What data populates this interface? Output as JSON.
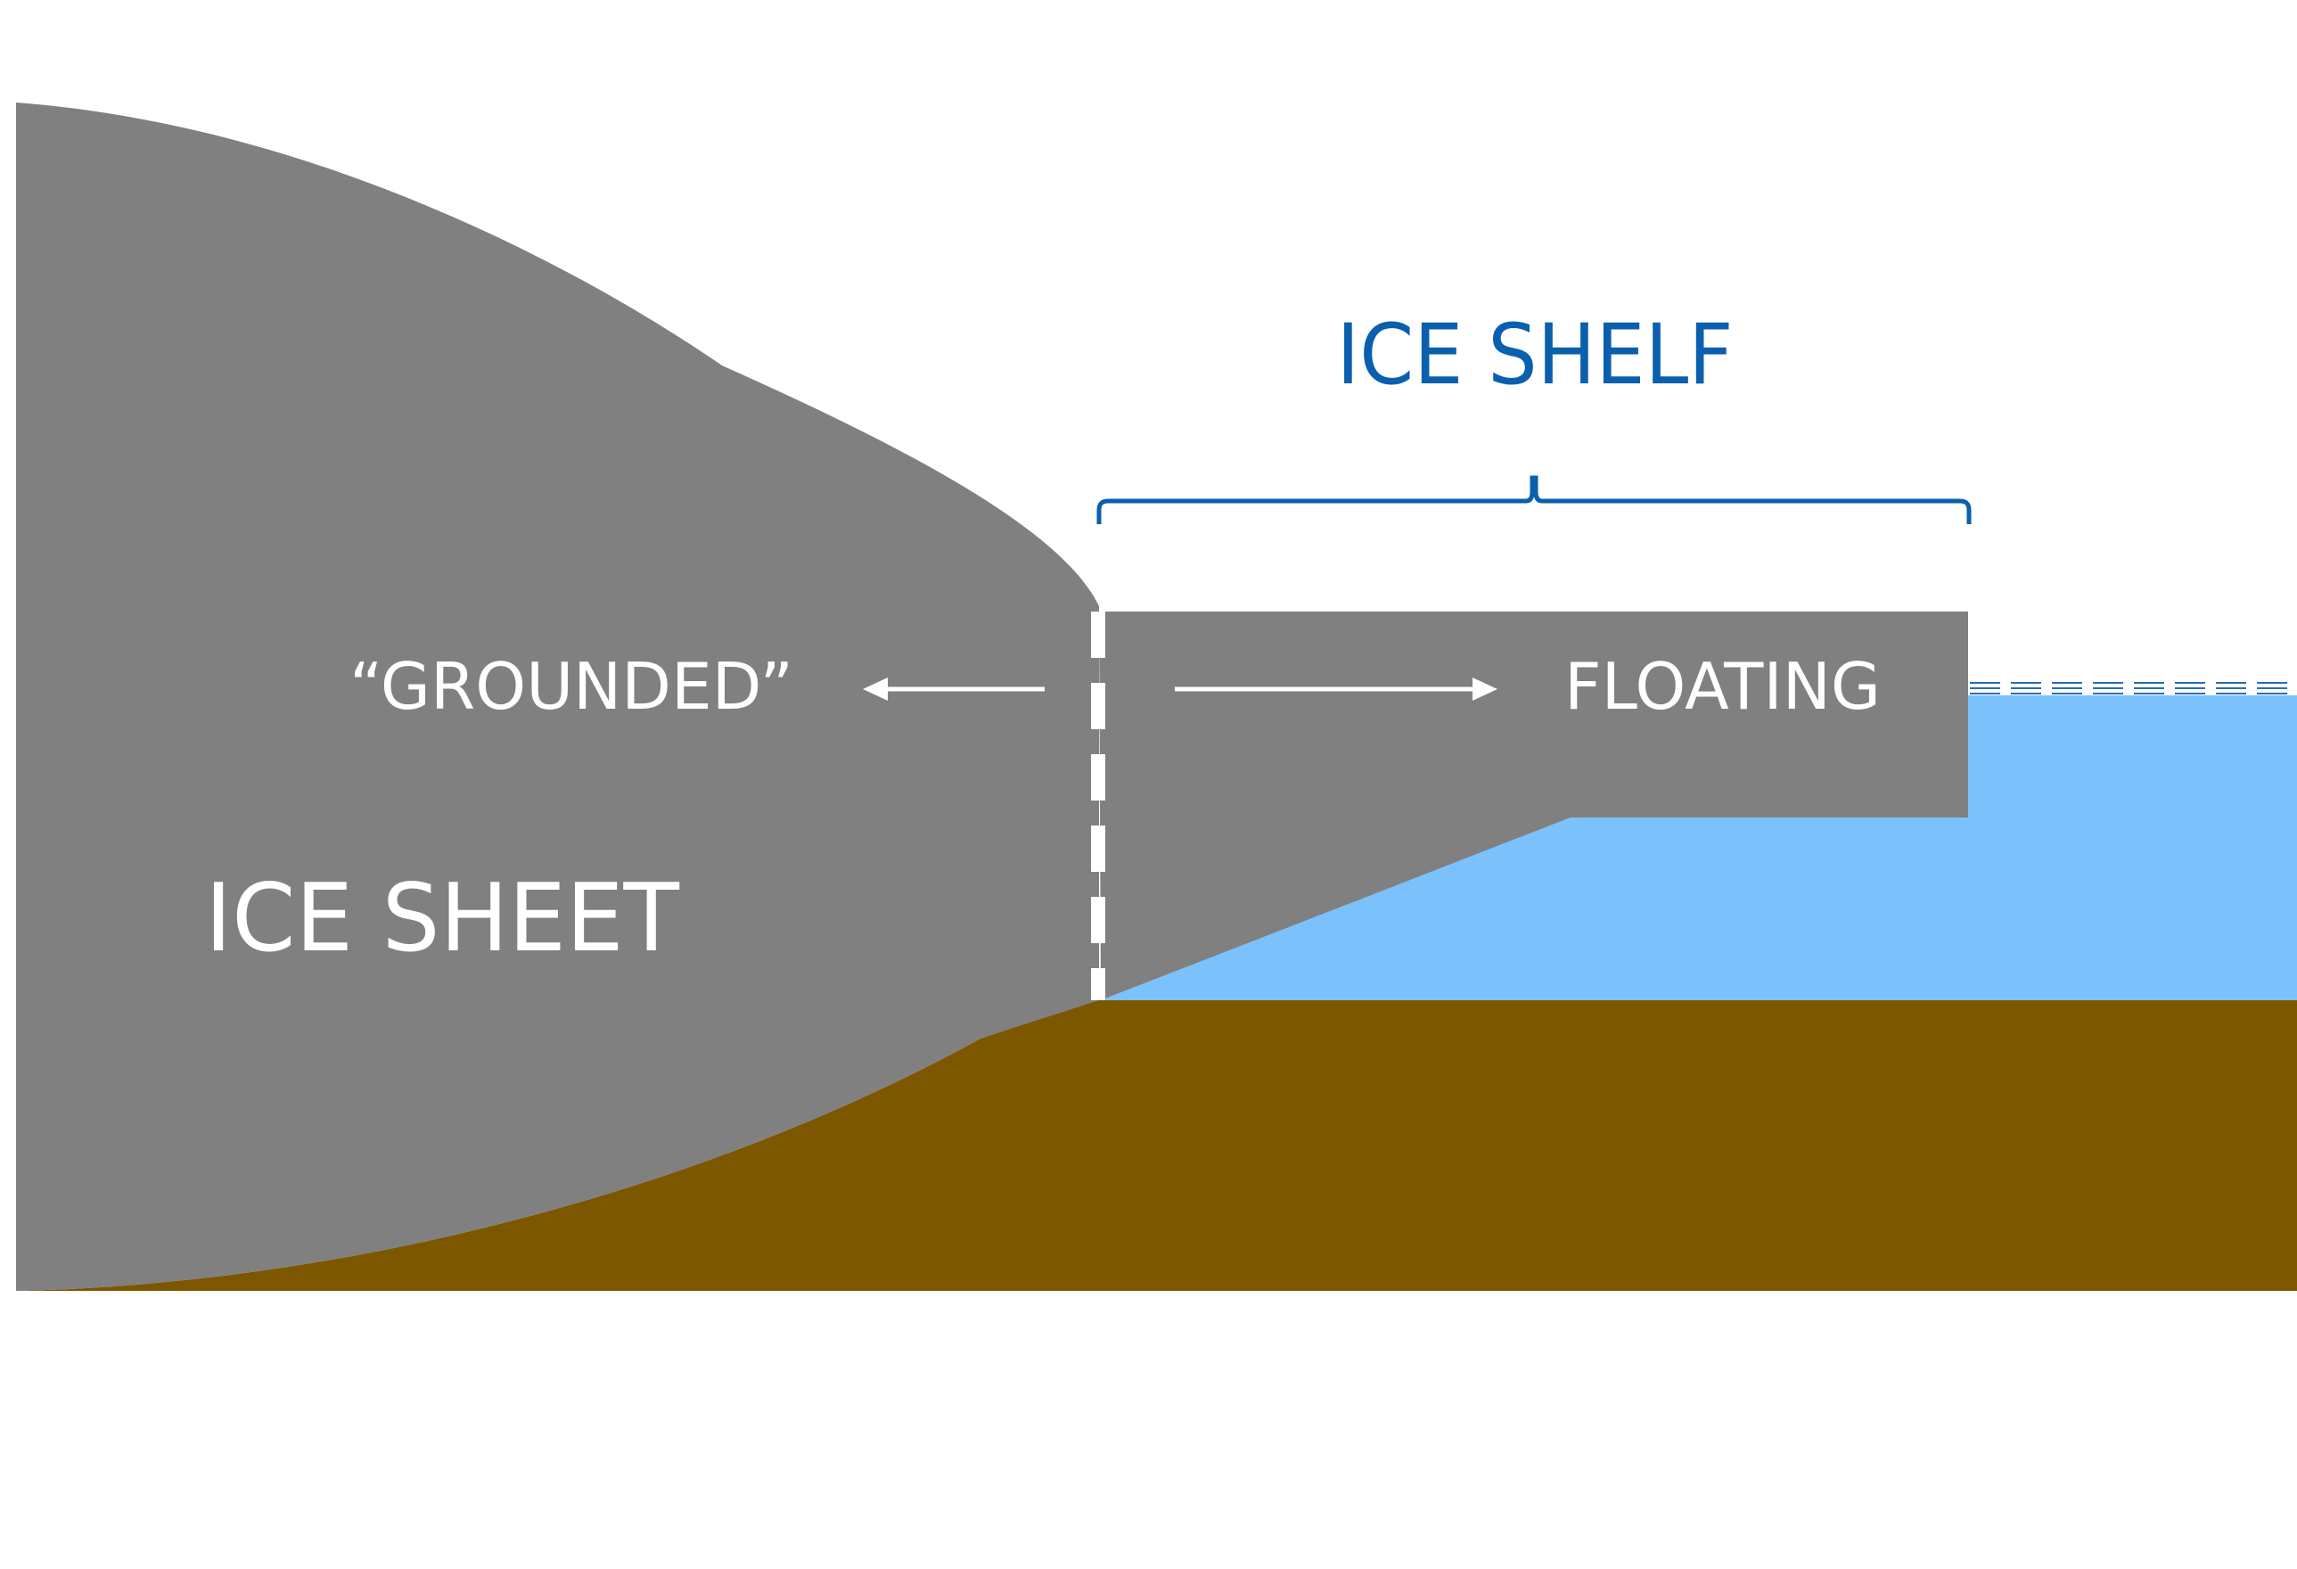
{
  "labels": {
    "ice_shelf": "ICE SHELF",
    "grounded": "“GROUNDED”",
    "floating": "FLOATING",
    "ice_sheet": "ICE SHEET"
  },
  "colors": {
    "background": "#ffffff",
    "ice": "#808080",
    "ocean": "#7bc2fc",
    "bedrock": "#7d5700",
    "bracket": "#0a5fae",
    "label_white": "#ffffff",
    "sea_surface_lines": "#2a6db5"
  }
}
